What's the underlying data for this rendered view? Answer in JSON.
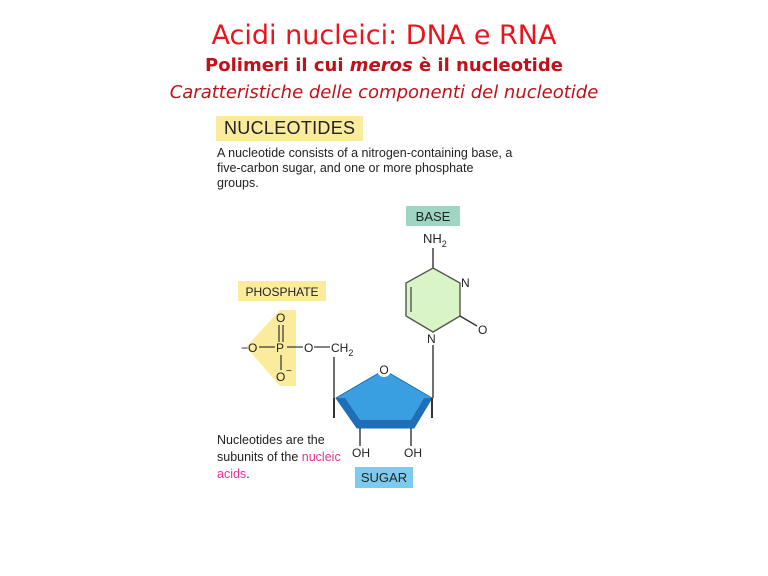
{
  "title": "Acidi nucleici: DNA e RNA",
  "subtitle": {
    "before": "Polimeri il cui ",
    "italic": "meros",
    "after": " è il nucleotide"
  },
  "subtitle2": "Caratteristiche delle componenti del nucleotide",
  "figure": {
    "heading": "NUCLEOTIDES",
    "intro": "A nucleotide consists of a nitrogen-containing base, a five-carbon sugar, and one or more phosphate groups.",
    "labels": {
      "base": "BASE",
      "phosphate": "PHOSPHATE",
      "sugar": "SUGAR"
    },
    "chem": {
      "nh2_main": "NH",
      "nh2_sub": "2",
      "n_top": "N",
      "n_bottom": "N",
      "o_carbonyl": "O",
      "o_phos_top": "O",
      "o_phos_minus": "−O",
      "p": "P",
      "o_bridge": "O",
      "ch2_main": "CH",
      "ch2_sub": "2",
      "o_phos_bottom": "O",
      "o_phos_bottom_charge": "−",
      "o_ring": "O",
      "oh_left": "OH",
      "oh_right": "OH"
    },
    "note": {
      "text": "Nucleotides are the subunits of the ",
      "highlight": "nucleic acids",
      "end": "."
    }
  },
  "colors": {
    "title_red": "#e8141e",
    "base_label_bg": "#9fd6c3",
    "phosphate_label_bg": "#fbeb9c",
    "phosphate_arrow": "#fbeb9c",
    "sugar_label_bg": "#7ccbef",
    "sugar_ring": "#3a9fe0",
    "base_ring": "#d9f5c8",
    "nucleic_acids_pink": "#e8319a"
  }
}
